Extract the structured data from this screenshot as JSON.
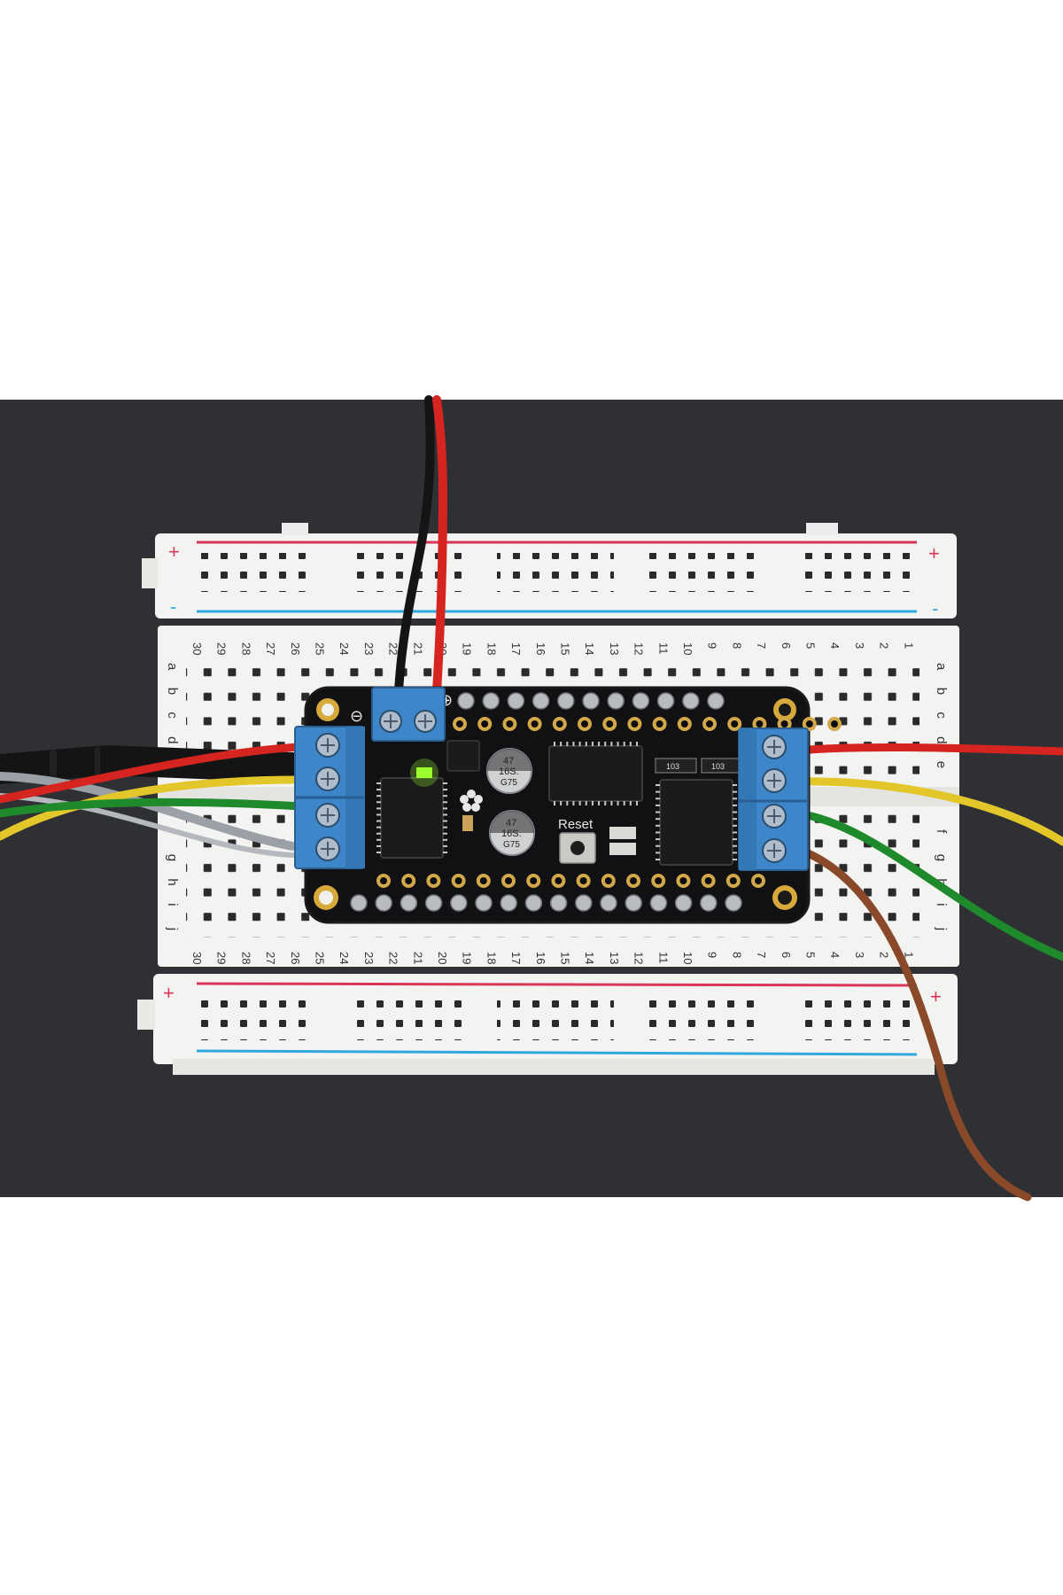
{
  "colors": {
    "background_page": "#ffffff",
    "backdrop": "#2e3033",
    "breadboard": "#f3f3f1",
    "hole": "#2a2a2a",
    "rail_plus": "#d9365a",
    "rail_minus": "#2fa8e0",
    "pcb": "#101012",
    "terminal_block": "#3c86c9",
    "led_green": "#9cff2e",
    "wire_red": "#d62420",
    "wire_black": "#141414",
    "wire_yellow": "#e3c62a",
    "wire_green": "#1f8a2c",
    "wire_gray": "#9aa0a6",
    "wire_brown": "#8a4a2a"
  },
  "breadboard": {
    "rail_plus_symbol": "+",
    "rail_minus_symbol": "-",
    "column_numbers_top": [
      "30",
      "29",
      "28",
      "27",
      "26",
      "25",
      "24",
      "23",
      "22",
      "21",
      "20",
      "19",
      "18",
      "17",
      "16",
      "15",
      "14",
      "13",
      "12",
      "11",
      "10",
      "9",
      "8",
      "7",
      "6",
      "5",
      "4",
      "3",
      "2",
      "1"
    ],
    "column_numbers_bottom": [
      "30",
      "29",
      "28",
      "27",
      "26",
      "25",
      "24",
      "23",
      "22",
      "21",
      "20",
      "19",
      "18",
      "17",
      "16",
      "15",
      "14",
      "13",
      "12",
      "11",
      "10",
      "9",
      "8",
      "7",
      "6",
      "5",
      "4",
      "3",
      "2",
      "1"
    ],
    "row_letters_top": [
      "a",
      "b",
      "c",
      "d",
      "e"
    ],
    "row_letters_bottom": [
      "f",
      "g",
      "h",
      "i",
      "j"
    ]
  },
  "pcb": {
    "reset_label": "Reset",
    "capacitor_top_text": [
      "47",
      "16S.",
      "G75"
    ],
    "capacitor_bottom_text": [
      "47",
      "16S.",
      "G75"
    ],
    "resistor_labels": [
      "103",
      "103"
    ],
    "power_symbols": [
      "⊖",
      "⊕"
    ]
  }
}
